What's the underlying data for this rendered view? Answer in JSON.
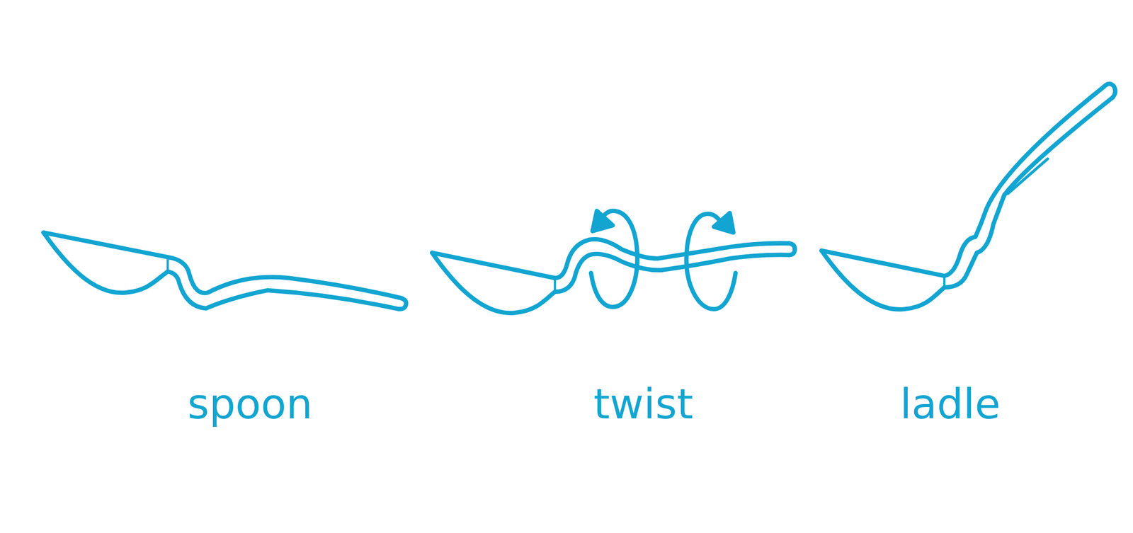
{
  "diagram": {
    "labels": [
      "spoon",
      "twist",
      "ladle"
    ]
  }
}
